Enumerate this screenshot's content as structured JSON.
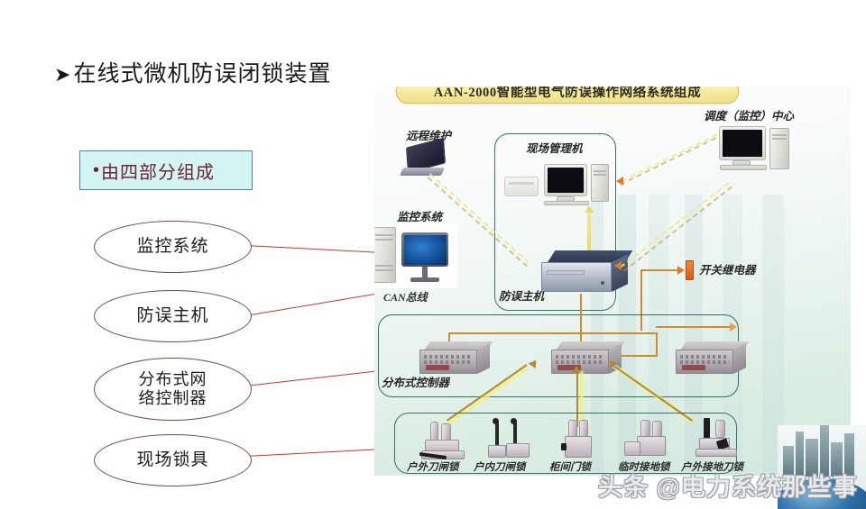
{
  "slide": {
    "title": "在线式微机防误闭锁装置",
    "title_bullet": "➤",
    "callout_box": {
      "bullet": "•",
      "text": "由四部分组成"
    },
    "parts": [
      {
        "label": "监控系统"
      },
      {
        "label": "防误主机"
      },
      {
        "label_line1": "分布式网",
        "label_line2": "络控制器"
      },
      {
        "label": "现场锁具"
      }
    ]
  },
  "diagram": {
    "banner_title": "AAN-2000智能型电气防误操作网络系统组成",
    "labels": {
      "remote_maintenance": "远程维护",
      "monitoring_system": "监控系统",
      "site_management_pc": "现场管理机",
      "dispatch_center": "调度（监控）中心",
      "anti_error_host": "防误主机",
      "can_bus": "CAN总线",
      "switch_relay": "开关继电器",
      "distributed_controller": "分布式控制器"
    },
    "locks": [
      {
        "label": "户外刀闸锁"
      },
      {
        "label": "户内刀闸锁"
      },
      {
        "label": "柜间门锁"
      },
      {
        "label": "临时接地锁"
      },
      {
        "label": "户外接地刀锁"
      }
    ]
  },
  "watermark": {
    "text": "头条 @电力系统那些事"
  },
  "colors": {
    "callout_border": "#4a7fc8",
    "callout_bg": "#d5f5f2",
    "callout_text": "#6e2338",
    "leader_line": "#c0392b",
    "banner_bg": "#f4ea9c",
    "frame_border": "#3b6d6a",
    "bus_orange": "#d08a33",
    "relay_orange": "#e07b2a"
  }
}
